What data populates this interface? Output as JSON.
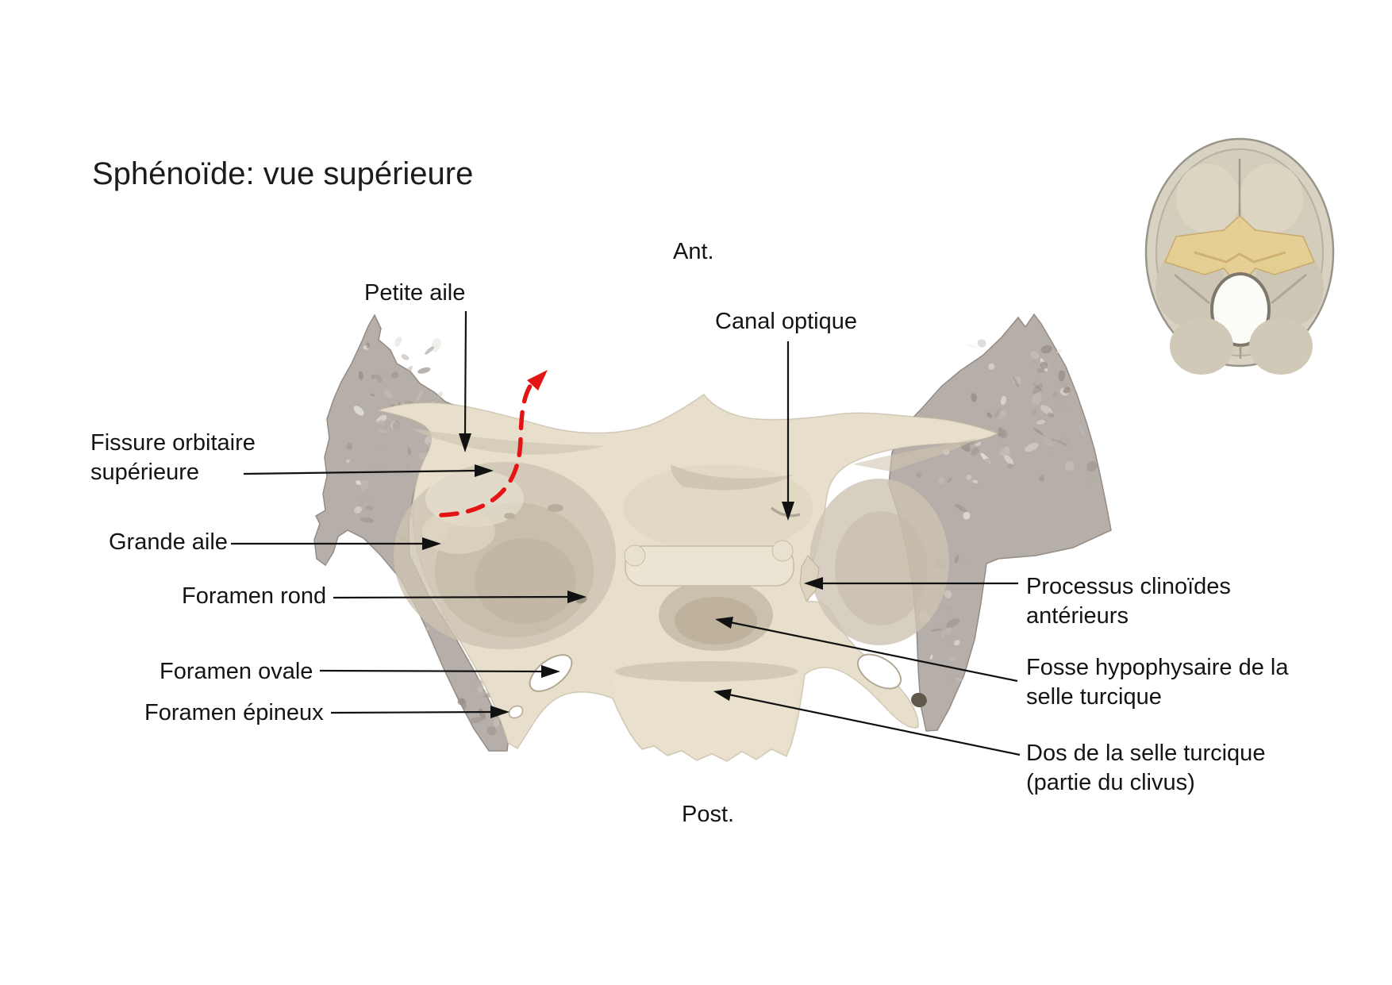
{
  "title": "Sphénoïde: vue supérieure",
  "orientation": {
    "anterior": "Ant.",
    "posterior": "Post."
  },
  "labels": {
    "petite_aile": "Petite aile",
    "canal_optique": "Canal optique",
    "fissure_orbitaire": "Fissure orbitaire supérieure",
    "grande_aile": "Grande aile",
    "foramen_rond": "Foramen rond",
    "foramen_ovale": "Foramen ovale",
    "foramen_epineux": "Foramen épineux",
    "processus_clinoides": "Processus clinoïdes antérieurs",
    "fosse_hypophysaire": "Fosse hypophysaire de la selle turcique",
    "dos_selle": "Dos de la selle turcique (partie du clivus)"
  },
  "icons": {
    "rotation_arrow": "red-dashed-curved-arrow",
    "leader_arrow": "black-arrow"
  },
  "colors": {
    "bone_smooth": "#e7dfcb",
    "bone_rough": "#b6aea8",
    "bone_shadow": "#c2b7a4",
    "accent_red": "#e51414",
    "text": "#141414",
    "inset_highlight": "#e6d092",
    "inset_shell": "#d8d2c2"
  }
}
